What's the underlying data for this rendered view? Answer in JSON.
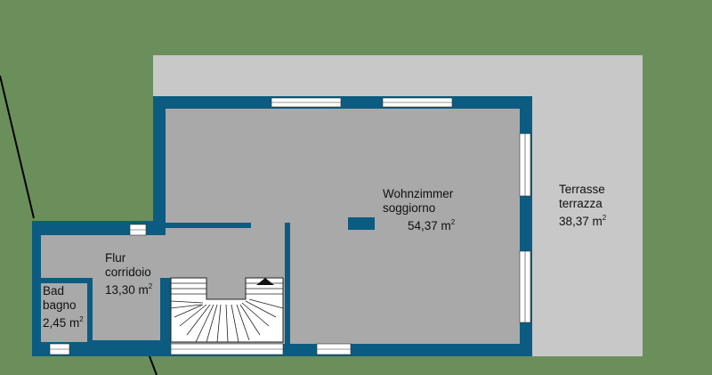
{
  "colors": {
    "grass": "#6b8f5a",
    "terrace": "#c8c8c8",
    "floor": "#a9a9a9",
    "wall": "#0b5c80",
    "window": "#ffffff"
  },
  "rooms": {
    "living": {
      "name_de": "Wohnzimmer",
      "name_it": "soggiorno",
      "area": "54,37 m",
      "unit_sup": "2"
    },
    "terrace": {
      "name_de": "Terrasse",
      "name_it": "terrazza",
      "area": "38,37 m",
      "unit_sup": "2"
    },
    "hall": {
      "name_de": "Flur",
      "name_it": "corridoio",
      "area": "13,30 m",
      "unit_sup": "2"
    },
    "bath": {
      "name_de": "Bad",
      "name_it": "bagno",
      "area": "2,45 m",
      "unit_sup": "2"
    }
  }
}
